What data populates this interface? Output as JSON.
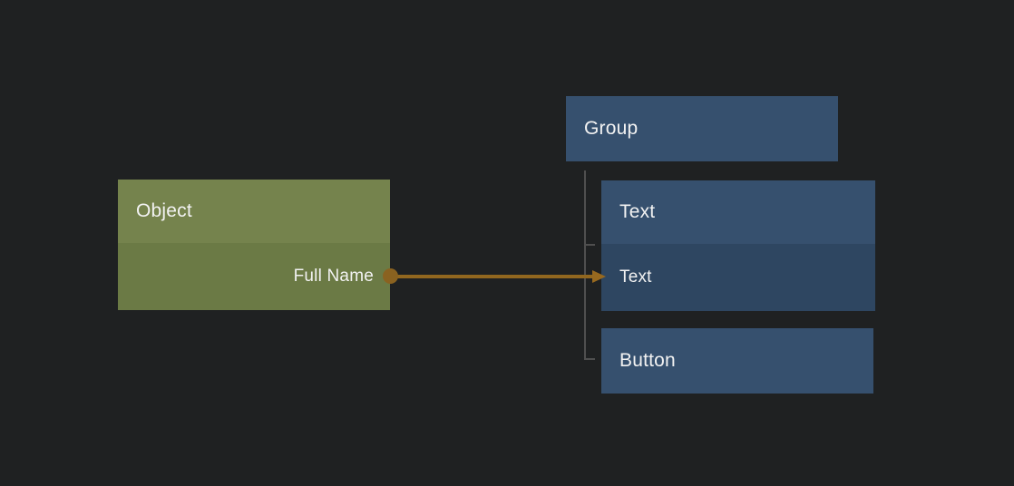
{
  "canvas": {
    "background_color": "#1f2122",
    "text_color": "#f2f2f2"
  },
  "nodes": {
    "object": {
      "title": "Object",
      "field": "Full Name",
      "header_color": "#75834d",
      "body_color": "#6b7a45"
    },
    "group": {
      "title": "Group",
      "header_color": "#36506e"
    },
    "text": {
      "title": "Text",
      "field": "Text",
      "header_color": "#36506e",
      "body_color": "#2e4661"
    },
    "button": {
      "title": "Button",
      "header_color": "#36506e"
    }
  },
  "connections": {
    "binding_color": "#91671f",
    "tree_line_color": "#4f4f4f"
  }
}
